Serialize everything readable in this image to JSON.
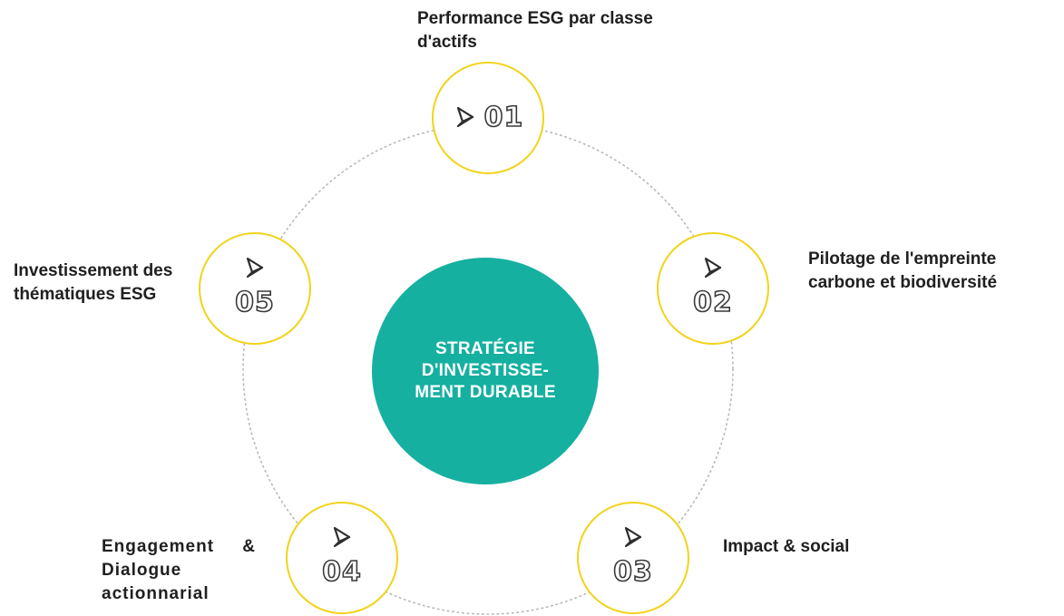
{
  "center": {
    "title": "STRATÉGIE D'INVESTISSE-MENT DURABLE",
    "color": "#16b0a1"
  },
  "colors": {
    "node_border": "#f2d31b",
    "arrow_fill": "#f2c21b",
    "dotted_ring": "#b8b8b8",
    "text": "#202020"
  },
  "steps": [
    {
      "number": "01",
      "label": "Performance ESG par classe d'actifs",
      "icon": "chevron-arrow-icon"
    },
    {
      "number": "02",
      "label": "Pilotage de l'empreinte carbone et biodiversité",
      "icon": "chevron-arrow-icon"
    },
    {
      "number": "03",
      "label": "Impact & social",
      "icon": "chevron-arrow-icon"
    },
    {
      "number": "04",
      "label": "Engagement & Dialogue actionnarial",
      "icon": "chevron-arrow-icon"
    },
    {
      "number": "05",
      "label": "Investissement des thématiques ESG",
      "icon": "chevron-arrow-icon"
    }
  ]
}
